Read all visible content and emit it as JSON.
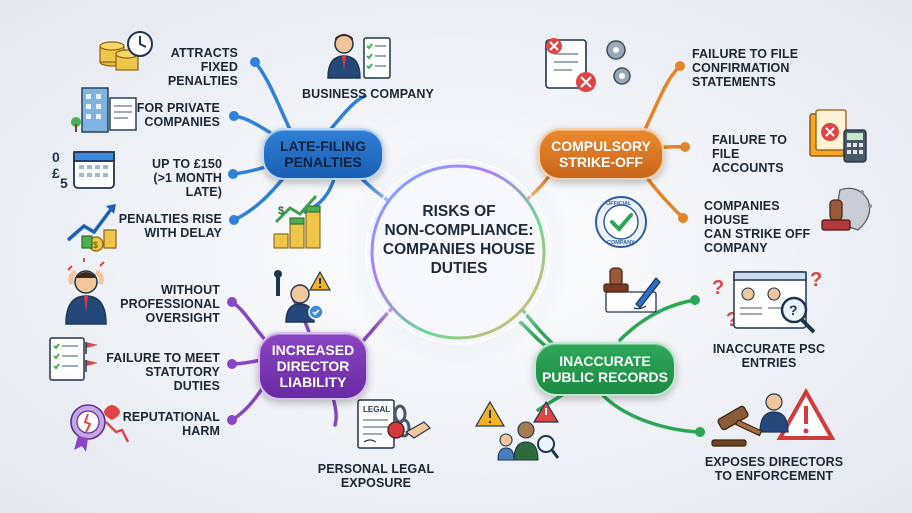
{
  "center": {
    "title_line1": "RISKS OF",
    "title_line2": "NON-COMPLIANCE:",
    "title_line3": "COMPANIES HOUSE",
    "title_line4": "DUTIES"
  },
  "branches": {
    "late_filing": {
      "hub_line1": "LATE-FILING",
      "hub_line2": "PENALTIES",
      "color": "#1f6fc8",
      "leaves": {
        "fixed_penalties": [
          "ATTRACTS",
          "FIXED PENALTIES"
        ],
        "private_companies": [
          "FOR PRIVATE",
          "COMPANIES"
        ],
        "up_to_150": [
          "UP TO £150",
          "(>1 MONTH LATE)"
        ],
        "rise_with_delay": [
          "PENALTIES RISE",
          "WITH DELAY"
        ],
        "business_company": [
          "BUSINESS COMPANY"
        ]
      }
    },
    "strike_off": {
      "hub_line1": "COMPULSORY",
      "hub_line2": "STRIKE-OFF",
      "color": "#e07b22",
      "leaves": {
        "confirmation": [
          "FAILURE TO FILE",
          "CONFIRMATION",
          "STATEMENTS"
        ],
        "accounts": [
          "FAILURE TO FILE",
          "ACCOUNTS"
        ],
        "strike_off_company": [
          "COMPANIES HOUSE",
          "CAN STRIKE OFF",
          "COMPANY"
        ]
      }
    },
    "director_liability": {
      "hub_line1": "INCREASED",
      "hub_line2": "DIRECTOR",
      "hub_line3": "LIABILITY",
      "color": "#7a3bb5",
      "leaves": {
        "oversight": [
          "WITHOUT",
          "PROFESSIONAL",
          "OVERSIGHT"
        ],
        "statutory": [
          "FAILURE TO MEET",
          "STATUTORY DUTIES"
        ],
        "reputational": [
          "REPUTATIONAL",
          "HARM"
        ],
        "legal_exposure": [
          "PERSONAL LEGAL",
          "EXPOSURE"
        ]
      }
    },
    "public_records": {
      "hub_line1": "INACCURATE",
      "hub_line2": "PUBLIC RECORDS",
      "color": "#27a04f",
      "leaves": {
        "psc_entries": [
          "INACCURATE PSC",
          "ENTRIES"
        ],
        "enforcement": [
          "EXPOSES DIRECTORS",
          "TO ENFORCEMENT"
        ]
      }
    }
  },
  "icon_text": {
    "legal_doc": "LEGAL",
    "stamp_top": "OFFICIAL",
    "stamp_bottom": "COMPANY",
    "calendar_digits": [
      "0",
      "£",
      "5"
    ]
  },
  "icons": [
    "coins-clock-icon",
    "office-building-icon",
    "calendar-fee-icon",
    "rising-chart-icon",
    "business-person-icon",
    "coins-growth-icon",
    "rejected-document-icon",
    "rejected-accounts-icon",
    "strike-off-stamp-icon",
    "verified-stamp-icon",
    "stamp-pen-icon",
    "stressed-director-icon",
    "director-warning-icon",
    "checklist-flags-icon",
    "damaged-reputation-icon",
    "legal-chain-icon",
    "profiles-search-icon",
    "warning-people-icon",
    "gavel-warning-icon"
  ]
}
